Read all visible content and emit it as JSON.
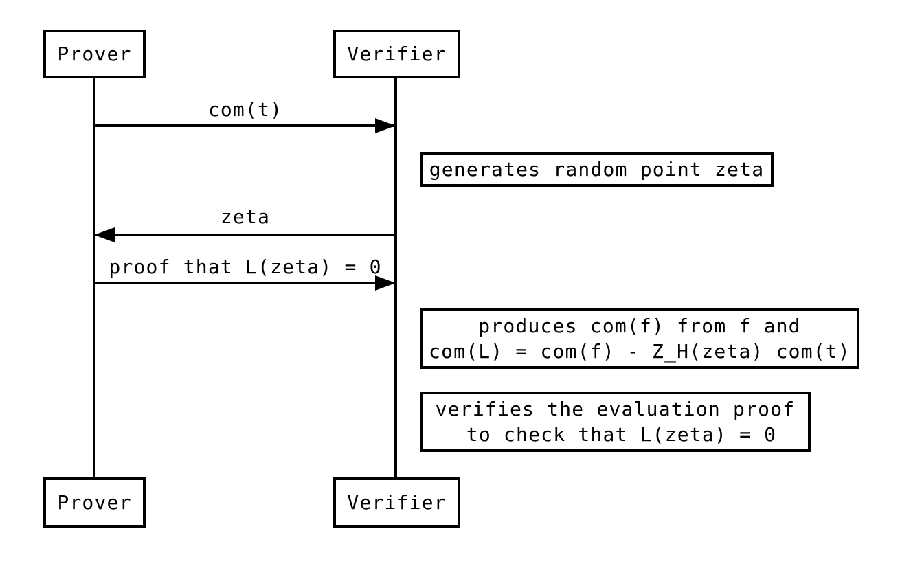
{
  "diagram": {
    "type": "sequence-diagram",
    "background_color": "#ffffff",
    "line_color": "#000000",
    "actors": {
      "prover": "Prover",
      "verifier": "Verifier"
    },
    "messages": [
      {
        "label": "com(t)",
        "direction": "right"
      },
      {
        "label": "zeta",
        "direction": "left"
      },
      {
        "label": "proof that L(zeta) = 0",
        "direction": "right"
      }
    ],
    "notes": [
      {
        "text": "generates random point zeta"
      },
      {
        "text": "produces com(f) from f and\ncom(L) = com(f) - Z_H(zeta) com(t)"
      },
      {
        "text": "verifies the evaluation proof\n to check that L(zeta) = 0"
      }
    ]
  }
}
